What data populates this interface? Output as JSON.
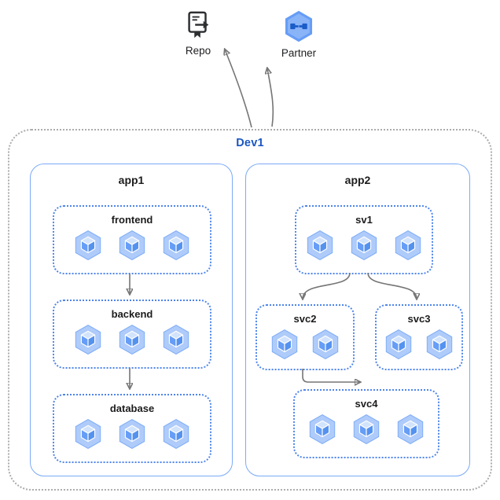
{
  "external_nodes": [
    {
      "id": "repo",
      "label": "Repo",
      "icon": "source-repository-icon"
    },
    {
      "id": "partner",
      "label": "Partner",
      "icon": "partner-interconnect-icon"
    }
  ],
  "cluster": {
    "label": "Dev1",
    "apps": [
      {
        "label": "app1",
        "services": [
          {
            "label": "frontend",
            "pod_count": 3
          },
          {
            "label": "backend",
            "pod_count": 3
          },
          {
            "label": "database",
            "pod_count": 3
          }
        ]
      },
      {
        "label": "app2",
        "services": [
          {
            "label": "sv1",
            "pod_count": 3
          },
          {
            "label": "svc2",
            "pod_count": 2
          },
          {
            "label": "svc3",
            "pod_count": 2
          },
          {
            "label": "svc4",
            "pod_count": 3
          }
        ]
      }
    ]
  },
  "edges": [
    {
      "from": "frontend",
      "to": "backend"
    },
    {
      "from": "backend",
      "to": "database"
    },
    {
      "from": "sv1",
      "to": "svc2"
    },
    {
      "from": "sv1",
      "to": "svc3"
    },
    {
      "from": "svc2",
      "to": "svc4"
    },
    {
      "from": "Dev1",
      "to": "Repo"
    },
    {
      "from": "Dev1",
      "to": "Partner"
    }
  ],
  "colors": {
    "cluster_label": "#1A56C2",
    "cluster_border": "#ACACAC",
    "app_border": "#7BAAF7",
    "service_border": "#4E85EA",
    "arrow": "#757575",
    "pod_hex_fill": "#AECBFA",
    "pod_cube_fill": "#669DF6",
    "label_text": "#1C1C1C"
  }
}
